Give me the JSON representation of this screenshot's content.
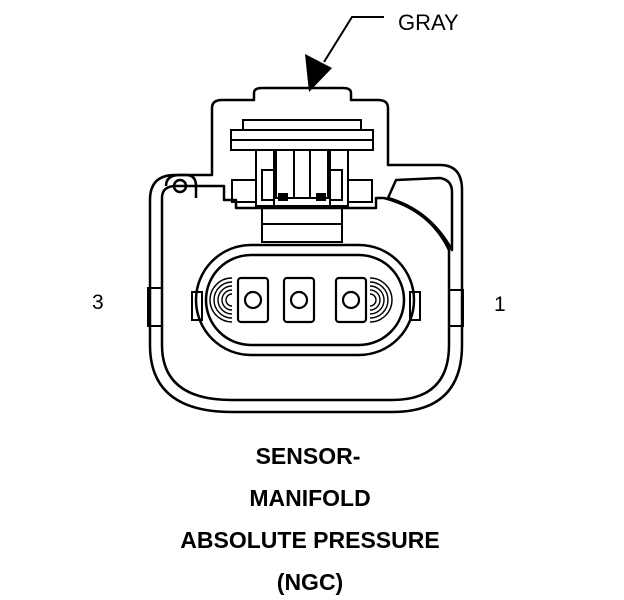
{
  "callout": {
    "color_label": "GRAY"
  },
  "pins": {
    "left_label": "3",
    "right_label": "1"
  },
  "caption": {
    "line1": "SENSOR-",
    "line2": "MANIFOLD",
    "line3": "ABSOLUTE PRESSURE",
    "line4": "(NGC)"
  },
  "colors": {
    "stroke": "#000000",
    "background": "#ffffff"
  }
}
